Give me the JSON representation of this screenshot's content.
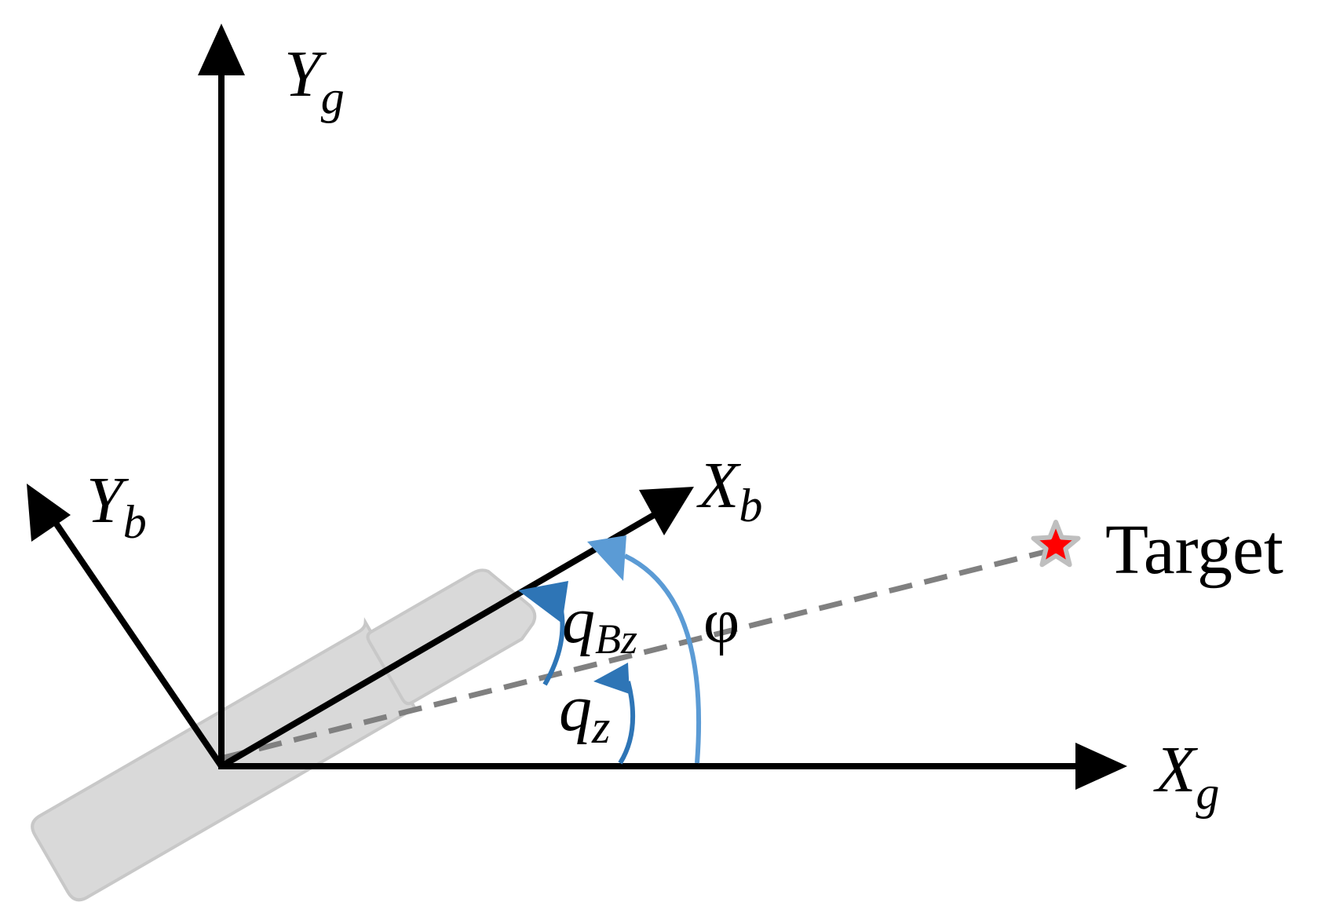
{
  "labels": {
    "yg": {
      "main": "Y",
      "sub": "g"
    },
    "xg": {
      "main": "X",
      "sub": "g"
    },
    "yb": {
      "main": "Y",
      "sub": "b"
    },
    "xb": {
      "main": "X",
      "sub": "b"
    },
    "qbz": {
      "main": "q",
      "sub": "Bz"
    },
    "qz": {
      "main": "q",
      "sub": "z"
    },
    "phi": "φ",
    "target": "Target"
  },
  "colors": {
    "axis": "#000000",
    "body_fill": "#d9d9d9",
    "body_stroke": "#c8c8c8",
    "sight_line": "#808080",
    "arc_dark": "#2e75b6",
    "arc_light": "#5b9bd5",
    "target_fill": "#ff0000",
    "target_stroke": "#bfbfbf"
  },
  "icons": {
    "target": "star-icon",
    "body": "missile-body-shape"
  }
}
